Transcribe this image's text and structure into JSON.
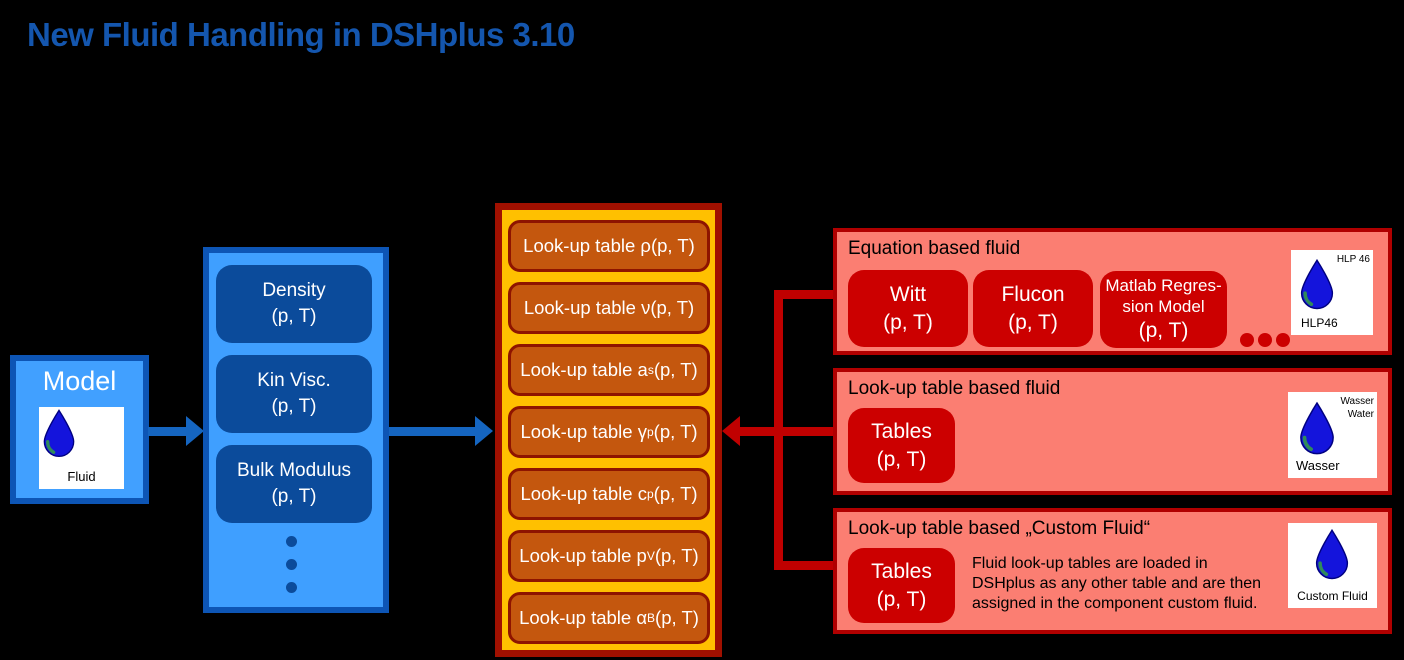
{
  "title": "New Fluid Handling in DSHplus 3.10",
  "model": {
    "label": "Model",
    "icon_caption": "Fluid"
  },
  "parameters": {
    "items": [
      {
        "name": "Density",
        "params": "(p, T)"
      },
      {
        "name": "Kin Visc.",
        "params": "(p, T)"
      },
      {
        "name": "Bulk Modulus",
        "params": "(p, T)"
      }
    ]
  },
  "lookup": {
    "rows": [
      {
        "pre": "Look-up table ρ",
        "sub": "",
        "post": " (p, T)"
      },
      {
        "pre": "Look-up table ν",
        "sub": "",
        "post": " (p, T)"
      },
      {
        "pre": "Look-up table a",
        "sub": "s",
        "post": " (p, T)"
      },
      {
        "pre": "Look-up table γ",
        "sub": "p",
        "post": " (p, T)"
      },
      {
        "pre": "Look-up table c",
        "sub": "p",
        "post": " (p, T)"
      },
      {
        "pre": "Look-up table p",
        "sub": "V",
        "post": " (p, T)"
      },
      {
        "pre": "Look-up table α",
        "sub": "B",
        "post": " (p, T)"
      }
    ]
  },
  "panels": {
    "equation": {
      "title": "Equation based fluid",
      "boxes": [
        {
          "name": "Witt",
          "params": "(p, T)"
        },
        {
          "name": "Flucon",
          "params": "(p, T)"
        },
        {
          "name": "Matlab Regres-\nsion Model",
          "params": "(p, T)"
        }
      ],
      "icon": {
        "top_label": "HLP 46",
        "bottom_label": "HLP46"
      }
    },
    "table_based": {
      "title": "Look-up table based fluid",
      "box": {
        "name": "Tables",
        "params": "(p, T)"
      },
      "icon": {
        "top_label": "Wasser\nWater",
        "bottom_label": "Wasser"
      }
    },
    "custom": {
      "title": "Look-up table based „Custom Fluid“",
      "box": {
        "name": "Tables",
        "params": "(p, T)"
      },
      "description": "Fluid look-up tables are loaded in\nDSHplus as any other table and are then\nassigned in the component custom fluid.",
      "icon": {
        "bottom_label": "Custom Fluid"
      }
    }
  },
  "colors": {
    "title_blue": "#1456AE",
    "panel_blue_fill": "#3F9FFF",
    "panel_blue_border": "#0D55B5",
    "box_dark_blue": "#0B4B9B",
    "arrow_blue": "#1565C0",
    "panel_yellow_fill": "#FFC000",
    "panel_yellow_border": "#A01000",
    "box_orange_fill": "#C4570E",
    "box_orange_border": "#8E1400",
    "panel_salmon_fill": "#FB7E72",
    "panel_salmon_border": "#B00000",
    "box_red_fill": "#CC0000",
    "arrow_red": "#C00000",
    "drop_blue": "#1414DC",
    "drop_green": "#2F8A5A"
  }
}
